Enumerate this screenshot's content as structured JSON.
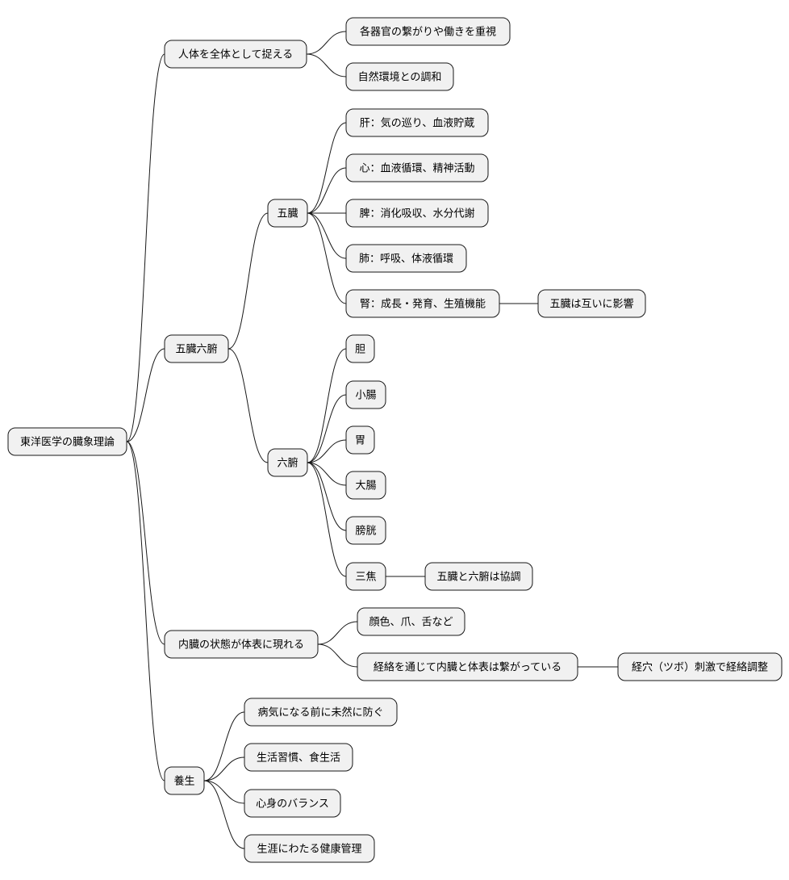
{
  "colors": {
    "node_fill": "#f1f1f1",
    "node_stroke": "#181818",
    "edge": "#181818",
    "text": "#000000"
  },
  "nodes": {
    "root": "東洋医学の臓象理論",
    "holistic": "人体を全体として捉える",
    "holistic_organs": "各器官の繋がりや働きを重視",
    "holistic_nature": "自然環境との調和",
    "zangfu": "五臓六腑",
    "zang": "五臓",
    "liver": "肝：気の巡り、血液貯蔵",
    "heart": "心：血液循環、精神活動",
    "spleen": "脾：消化吸収、水分代謝",
    "lung": "肺：呼吸、体液循環",
    "kidney": "腎：成長・発育、生殖機能",
    "zang_mutual": "五臓は互いに影響",
    "fu": "六腑",
    "gallbladder": "胆",
    "small_intestine": "小腸",
    "stomach": "胃",
    "large_intestine": "大腸",
    "bladder": "膀胱",
    "sanjiao": "三焦",
    "zangfu_coop": "五臓と六腑は協調",
    "surface": "内臓の状態が体表に現れる",
    "surface_signs": "顔色、爪、舌など",
    "meridians": "経絡を通じて内臓と体表は繋がっている",
    "acupoints": "経穴（ツボ）刺激で経絡調整",
    "yangsheng": "養生",
    "prevention": "病気になる前に未然に防ぐ",
    "lifestyle": "生活習慣、食生活",
    "balance": "心身のバランス",
    "lifelong": "生涯にわたる健康管理"
  }
}
